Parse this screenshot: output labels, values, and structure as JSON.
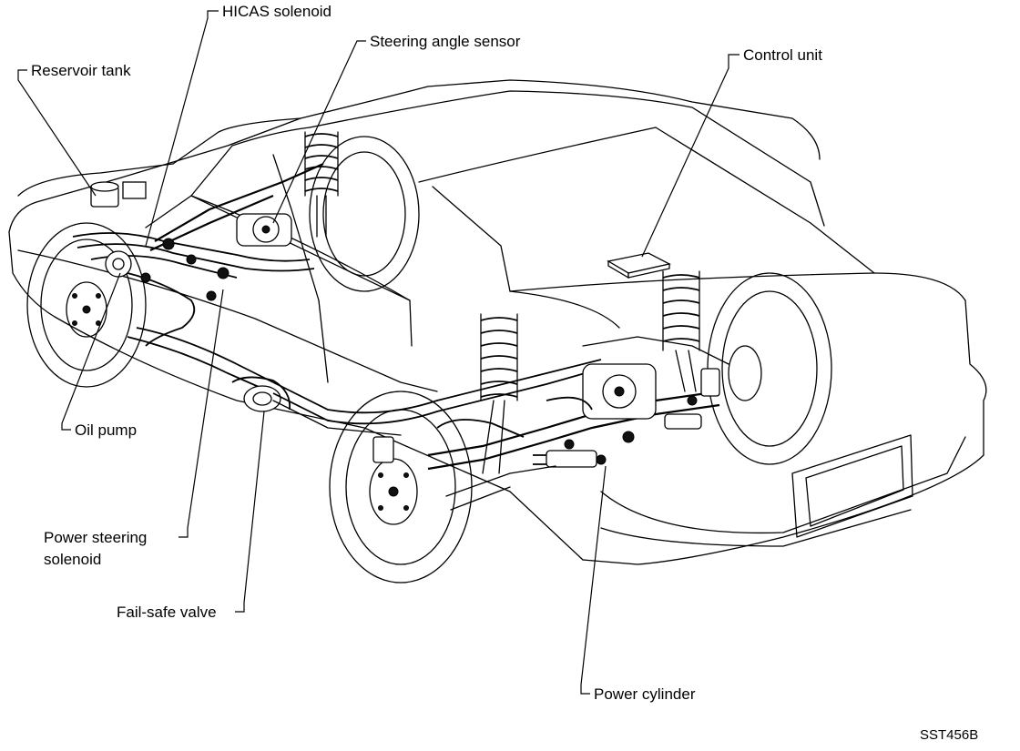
{
  "labels": {
    "hicas_solenoid": "HICAS solenoid",
    "steering_angle_sensor": "Steering angle sensor",
    "control_unit": "Control unit",
    "reservoir_tank": "Reservoir tank",
    "oil_pump": "Oil pump",
    "power_steering_solenoid_line1": "Power steering",
    "power_steering_solenoid_line2": "solenoid",
    "fail_safe_valve": "Fail-safe valve",
    "power_cylinder": "Power cylinder"
  },
  "figure_code": "SST456B"
}
